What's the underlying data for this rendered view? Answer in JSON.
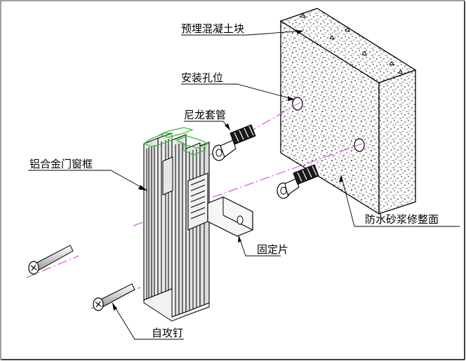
{
  "labels": {
    "precast_block": "预埋混凝土块",
    "install_hole": "安装孔位",
    "nylon_sleeve": "尼龙套管",
    "aluminum_frame": "铝合金门窗框",
    "waterproof_mortar": "防水砂浆修整面",
    "fixing_plate": "固定片",
    "self_tapping_screw": "自攻钉"
  },
  "colors": {
    "line": "#000000",
    "axis": "#d23ad2",
    "frame_top": "#3bbf3b",
    "background": "#ffffff"
  }
}
